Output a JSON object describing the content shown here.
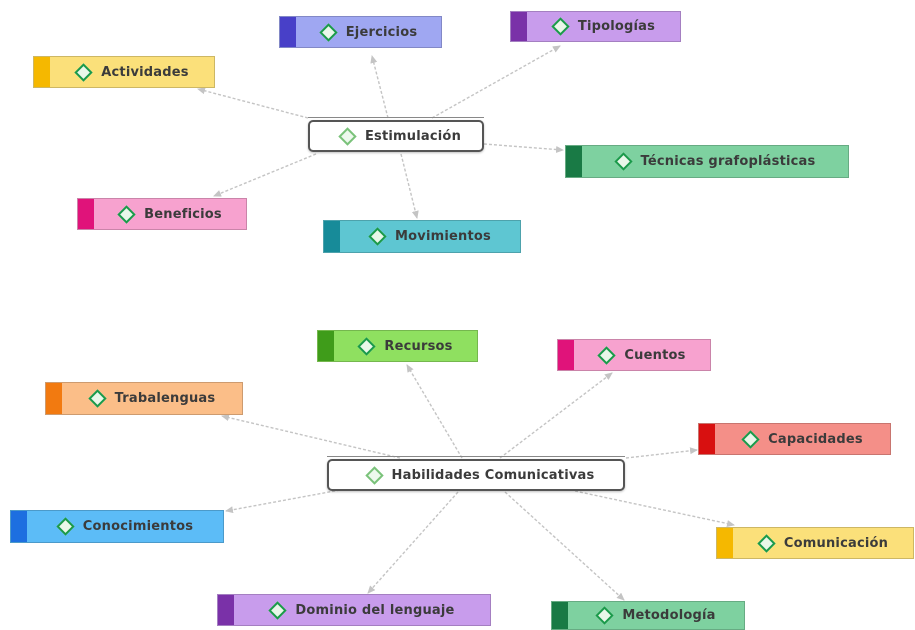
{
  "map1": {
    "center": "Estimulación",
    "nodes": {
      "ejercicios": "Ejercicios",
      "tipologias": "Tipologías",
      "actividades": "Actividades",
      "tecnicas": "Técnicas grafoplásticas",
      "beneficios": "Beneficios",
      "movimientos": "Movimientos"
    }
  },
  "map2": {
    "center": "Habilidades Comunicativas",
    "nodes": {
      "recursos": "Recursos",
      "cuentos": "Cuentos",
      "trabalenguas": "Trabalenguas",
      "capacidades": "Capacidades",
      "conocimientos": "Conocimientos",
      "comunicacion": "Comunicación",
      "dominio": "Dominio del lenguaje",
      "metodologia": "Metodología"
    }
  },
  "colors": {
    "ejercicios": {
      "bar": "#4840c8",
      "fill": "#9fa7f2"
    },
    "tipologias": {
      "bar": "#7a31a8",
      "fill": "#c89cec"
    },
    "actividades": {
      "bar": "#f5b800",
      "fill": "#fbe07a"
    },
    "tecnicas": {
      "bar": "#197a45",
      "fill": "#7ed1a0"
    },
    "beneficios": {
      "bar": "#e0137a",
      "fill": "#f7a2cf"
    },
    "movimientos": {
      "bar": "#178b99",
      "fill": "#5ec6d2"
    },
    "recursos": {
      "bar": "#3f9c1a",
      "fill": "#8fe060"
    },
    "cuentos": {
      "bar": "#e0137a",
      "fill": "#f7a2cf"
    },
    "trabalenguas": {
      "bar": "#f27a10",
      "fill": "#fbbe88"
    },
    "capacidades": {
      "bar": "#d81010",
      "fill": "#f48f88"
    },
    "conocimientos": {
      "bar": "#1d6fe0",
      "fill": "#5cbcf7"
    },
    "comunicacion": {
      "bar": "#f5b800",
      "fill": "#fbe07a"
    },
    "dominio": {
      "bar": "#7a31a8",
      "fill": "#c89cec"
    },
    "metodologia": {
      "bar": "#197a45",
      "fill": "#7ed1a0"
    },
    "connector": "#c4c4c4"
  }
}
